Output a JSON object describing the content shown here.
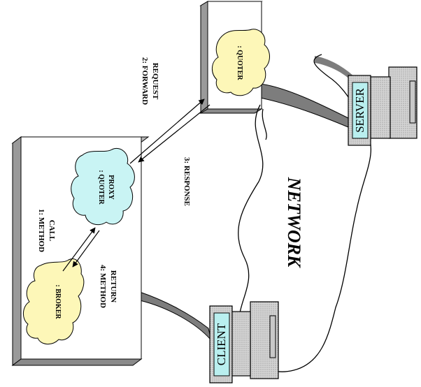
{
  "labels": {
    "network": "NETWORK",
    "client": "CLIENT",
    "server": "SERVER",
    "broker": ": BROKER",
    "quoter": ": QUOTER",
    "proxy_line1": ": QUOTER",
    "proxy_line2": "PROXY",
    "step1_line1": "1: METHOD",
    "step1_line2": "CALL",
    "step2_line1": "2: FORWARD",
    "step2_line2": "REQUEST",
    "step3": "3: RESPONSE",
    "step4_line1": "4: METHOD",
    "step4_line2": "RETURN"
  },
  "colors": {
    "cloud_yellow": "#fdf7b8",
    "cloud_cyan": "#c9f4f4",
    "box_shade": "#9a9a9a",
    "box_frame": "#b8b8b8",
    "monitor_screen": "#b9efef",
    "computer_body": "#c8c8c8",
    "triangle_fill": "#7d7d7d"
  },
  "icons": {
    "client_computer": "computer-icon",
    "server_computer": "computer-icon"
  }
}
